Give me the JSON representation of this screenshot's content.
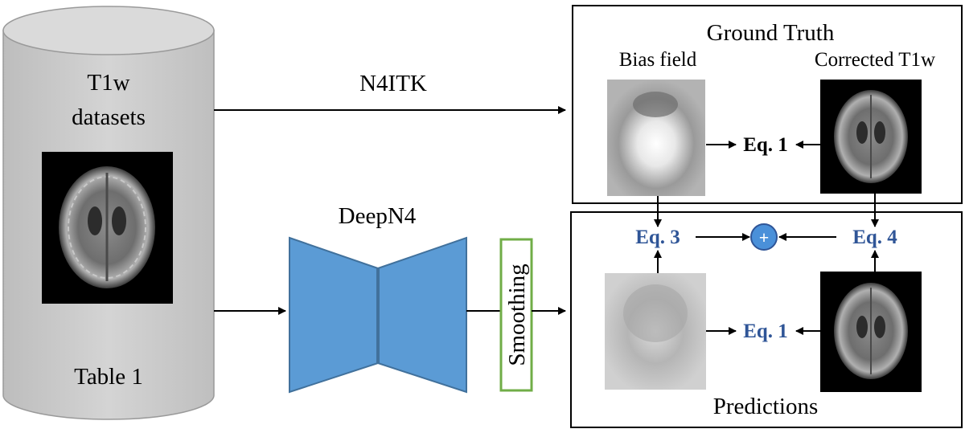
{
  "datasets": {
    "title_line1": "T1w",
    "title_line2": "datasets",
    "footer": "Table 1"
  },
  "n4itk_label": "N4ITK",
  "model_label": "DeepN4",
  "smoothing_label": "Smoothing",
  "ground_truth": {
    "title": "Ground Truth",
    "bias_label": "Bias field",
    "corrected_label": "Corrected T1w",
    "eq": "Eq. 1"
  },
  "predictions": {
    "title": "Predictions",
    "eq1": "Eq. 1",
    "eq3": "Eq. 3",
    "eq4": "Eq. 4",
    "plus": "+"
  },
  "colors": {
    "cylinder": "#c9c9c9",
    "network": "#5b9bd5",
    "network_edge": "#41719c",
    "smoothing_border": "#70ad47",
    "equation_blue": "#2f5597",
    "plus_fill": "#4a90d9"
  }
}
